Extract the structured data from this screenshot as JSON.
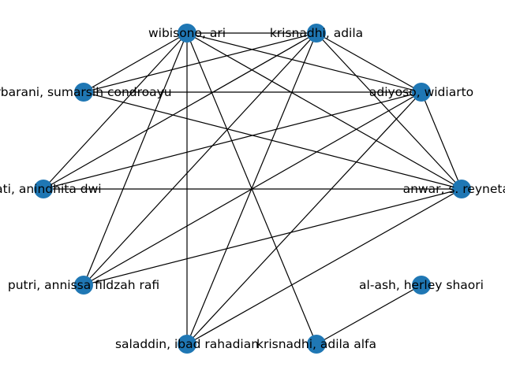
{
  "graph": {
    "node_color": "#1f77b4",
    "edge_color": "#000000",
    "nodes": [
      {
        "id": "wibisono",
        "label": "wibisono, ari"
      },
      {
        "id": "krisnadhi",
        "label": "krisnadhi, adila"
      },
      {
        "id": "adiyoso",
        "label": "adiyoso, widiarto"
      },
      {
        "id": "anwar",
        "label": "anwar, s. reyneta c"
      },
      {
        "id": "al-ash",
        "label": "al-ash, herley shaori"
      },
      {
        "id": "krisnadhi-alfa",
        "label": "krisnadhi, adila alfa"
      },
      {
        "id": "saladdin",
        "label": "saladdin, ibad rahadian"
      },
      {
        "id": "putri",
        "label": "putri, annissa fildzah rafi"
      },
      {
        "id": "wati",
        "label": "wati, anindhita dwi"
      },
      {
        "id": "barani",
        "label": "rbarani, sumarsih condroayu"
      }
    ],
    "edges": [
      [
        "wibisono",
        "krisnadhi"
      ],
      [
        "wibisono",
        "barani"
      ],
      [
        "wibisono",
        "wati"
      ],
      [
        "wibisono",
        "putri"
      ],
      [
        "wibisono",
        "saladdin"
      ],
      [
        "wibisono",
        "krisnadhi-alfa"
      ],
      [
        "wibisono",
        "adiyoso"
      ],
      [
        "wibisono",
        "anwar"
      ],
      [
        "krisnadhi",
        "barani"
      ],
      [
        "krisnadhi",
        "wati"
      ],
      [
        "krisnadhi",
        "putri"
      ],
      [
        "krisnadhi",
        "saladdin"
      ],
      [
        "krisnadhi",
        "adiyoso"
      ],
      [
        "krisnadhi",
        "anwar"
      ],
      [
        "barani",
        "adiyoso"
      ],
      [
        "barani",
        "anwar"
      ],
      [
        "adiyoso",
        "wati"
      ],
      [
        "adiyoso",
        "putri"
      ],
      [
        "adiyoso",
        "saladdin"
      ],
      [
        "adiyoso",
        "anwar"
      ],
      [
        "wati",
        "anwar"
      ],
      [
        "anwar",
        "putri"
      ],
      [
        "anwar",
        "saladdin"
      ],
      [
        "al-ash",
        "krisnadhi-alfa"
      ]
    ]
  }
}
